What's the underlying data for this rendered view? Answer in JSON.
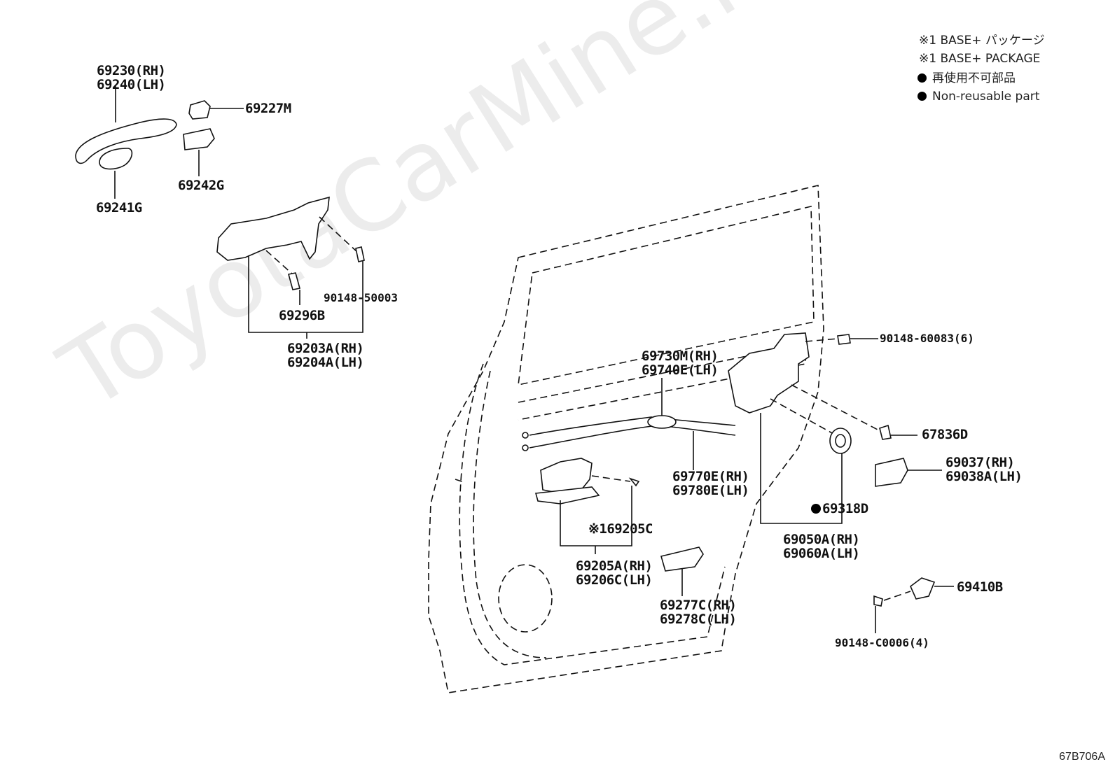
{
  "legend": {
    "note_jp": "※1 BASE+ パッケージ",
    "note_en": "※1 BASE+ PACKAGE",
    "non_reusable_jp": "再使用不可部品",
    "non_reusable_en": "Non-reusable part"
  },
  "watermark": "ToyotaCarMine.ru",
  "diagram_code": "67B706A",
  "labels": {
    "p69230": "69230(RH)",
    "p69240": "69240(LH)",
    "p69227M": "69227M",
    "p69242G": "69242G",
    "p69241G": "69241G",
    "p90148_50003": "90148-50003",
    "p69296B": "69296B",
    "p69203A": "69203A(RH)",
    "p69204A": "69204A(LH)",
    "p90148_60083": "90148-60083(6)",
    "p69730M": "69730M(RH)",
    "p69740E": "69740E(LH)",
    "p67836D": "67836D",
    "p69037": "69037(RH)",
    "p69038A": "69038A(LH)",
    "p69770E": "69770E(RH)",
    "p69780E": "69780E(LH)",
    "p69318D": "69318D",
    "p69205C": "※169205C",
    "p69050A": "69050A(RH)",
    "p69060A": "69060A(LH)",
    "p69205A": "69205A(RH)",
    "p69206C": "69206C(LH)",
    "p69410B": "69410B",
    "p69277C": "69277C(RH)",
    "p69278C": "69278C(LH)",
    "p90148_C0006": "90148-C0006(4)"
  }
}
